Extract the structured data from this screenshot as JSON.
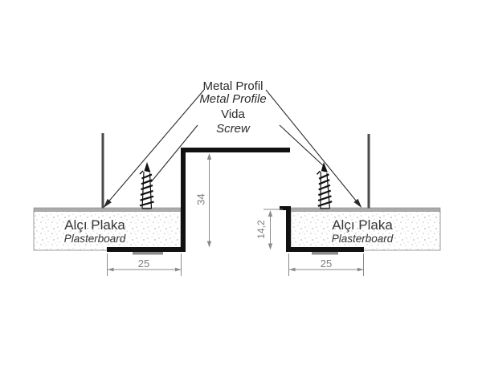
{
  "callouts": {
    "metal_profil": "Metal Profil",
    "metal_profile": "Metal Profile",
    "vida": "Vida",
    "screw": "Screw"
  },
  "boards": {
    "left": {
      "name": "Alçı Plaka",
      "name_en": "Plasterboard"
    },
    "right": {
      "name": "Alçı Plaka",
      "name_en": "Plasterboard"
    }
  },
  "dimensions": {
    "profile_depth": "34",
    "edge_height": "14,2",
    "left_flange": "25",
    "right_flange": "25"
  },
  "colors": {
    "profile_black": "#111111",
    "dimension_gray": "#8a8a8a",
    "text_dark": "#2b2b2b",
    "board_edge": "#9a9a9a"
  }
}
